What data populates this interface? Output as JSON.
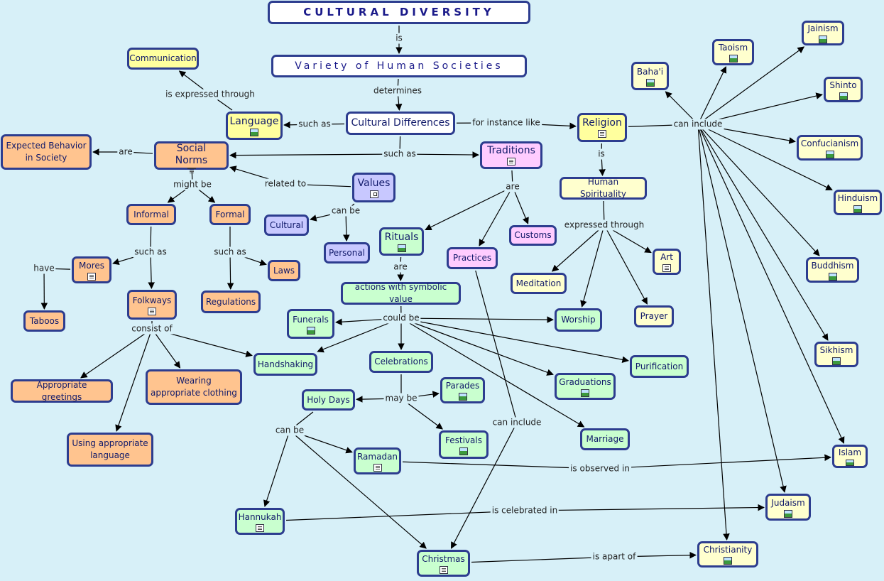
{
  "nodes": {
    "cultural_diversity": {
      "label": "CULTURAL DIVERSITY",
      "color": "#ffffff"
    },
    "variety": {
      "label": "Variety of Human Societies",
      "color": "#ffffff"
    },
    "cultural_differences": {
      "label": "Cultural Differences",
      "color": "#ffffff"
    },
    "communication": {
      "label": "Communication",
      "color": "#ffff9e"
    },
    "language": {
      "label": "Language",
      "color": "#ffff9e",
      "icon": "image-icon"
    },
    "expected_behavior": {
      "label": "Expected Behavior in Society",
      "color": "#ffc48f"
    },
    "social_norms": {
      "label": "Social Norms",
      "color": "#ffc48f",
      "icon": "document-icon"
    },
    "values": {
      "label": "Values",
      "color": "#c8c8ff",
      "icon": "share-icon"
    },
    "traditions": {
      "label": "Traditions",
      "color": "#ffccff",
      "icon": "document-icon"
    },
    "religion": {
      "label": "Religion",
      "color": "#ffff9e",
      "icon": "document-icon"
    },
    "human_spirituality": {
      "label": "Human Spirituality",
      "color": "#ffffce"
    },
    "informal": {
      "label": "Informal",
      "color": "#ffc48f"
    },
    "formal": {
      "label": "Formal",
      "color": "#ffc48f"
    },
    "cultural": {
      "label": "Cultural",
      "color": "#c8c8ff"
    },
    "personal": {
      "label": "Personal",
      "color": "#c8c8ff"
    },
    "rituals": {
      "label": "Rituals",
      "color": "#c9ffcf",
      "icon": "image-icon"
    },
    "practices": {
      "label": "Practices",
      "color": "#ffccff"
    },
    "customs": {
      "label": "Customs",
      "color": "#ffccff"
    },
    "mores": {
      "label": "Mores",
      "color": "#ffc48f",
      "icon": "document-icon"
    },
    "laws": {
      "label": "Laws",
      "color": "#ffc48f"
    },
    "taboos": {
      "label": "Taboos",
      "color": "#ffc48f"
    },
    "folkways": {
      "label": "Folkways",
      "color": "#ffc48f",
      "icon": "document-icon"
    },
    "regulations": {
      "label": "Regulations",
      "color": "#ffc48f"
    },
    "actions": {
      "label": "actions with symbolic value",
      "color": "#c9ffcf"
    },
    "funerals": {
      "label": "Funerals",
      "color": "#c9ffcf",
      "icon": "image-icon"
    },
    "worship": {
      "label": "Worship",
      "color": "#c9ffcf"
    },
    "handshaking": {
      "label": "Handshaking",
      "color": "#c9ffcf"
    },
    "celebrations": {
      "label": "Celebrations",
      "color": "#c9ffcf"
    },
    "purification": {
      "label": "Purification",
      "color": "#c9ffcf"
    },
    "graduations": {
      "label": "Graduations",
      "color": "#c9ffcf",
      "icon": "image-icon"
    },
    "appropriate_greetings": {
      "label": "Appropriate greetings",
      "color": "#ffc48f"
    },
    "wearing_clothing": {
      "label": "Wearing appropriate clothing",
      "color": "#ffc48f"
    },
    "using_language": {
      "label": "Using appropriate language",
      "color": "#ffc48f"
    },
    "holy_days": {
      "label": "Holy Days",
      "color": "#c9ffcf"
    },
    "parades": {
      "label": "Parades",
      "color": "#c9ffcf",
      "icon": "image-icon"
    },
    "festivals": {
      "label": "Festivals",
      "color": "#c9ffcf",
      "icon": "image-icon"
    },
    "marriage": {
      "label": "Marriage",
      "color": "#c9ffcf"
    },
    "ramadan": {
      "label": "Ramadan",
      "color": "#c9ffcf",
      "icon": "document-icon"
    },
    "hannukah": {
      "label": "Hannukah",
      "color": "#c9ffcf",
      "icon": "document-icon"
    },
    "christmas": {
      "label": "Christmas",
      "color": "#c9ffcf",
      "icon": "document-icon"
    },
    "meditation": {
      "label": "Meditation",
      "color": "#ffffce"
    },
    "art": {
      "label": "Art",
      "color": "#ffffce",
      "icon": "document-icon"
    },
    "prayer": {
      "label": "Prayer",
      "color": "#ffffce"
    },
    "bahai": {
      "label": "Baha'i",
      "color": "#ffffce",
      "icon": "image-icon"
    },
    "taoism": {
      "label": "Taoism",
      "color": "#ffffce",
      "icon": "image-icon"
    },
    "jainism": {
      "label": "Jainism",
      "color": "#ffffce",
      "icon": "image-icon"
    },
    "shinto": {
      "label": "Shinto",
      "color": "#ffffce",
      "icon": "image-icon"
    },
    "confucianism": {
      "label": "Confucianism",
      "color": "#ffffce",
      "icon": "image-icon"
    },
    "hinduism": {
      "label": "Hinduism",
      "color": "#ffffce",
      "icon": "image-icon"
    },
    "buddhism": {
      "label": "Buddhism",
      "color": "#ffffce",
      "icon": "image-icon"
    },
    "sikhism": {
      "label": "Sikhism",
      "color": "#ffffce",
      "icon": "image-icon"
    },
    "islam": {
      "label": "Islam",
      "color": "#ffffce",
      "icon": "image-icon"
    },
    "judaism": {
      "label": "Judaism",
      "color": "#ffffce",
      "icon": "image-icon"
    },
    "christianity": {
      "label": "Christianity",
      "color": "#ffffce",
      "icon": "image-icon"
    }
  },
  "links": [
    {
      "text": "is",
      "from": "cultural_diversity",
      "to": [
        "variety"
      ]
    },
    {
      "text": "determines",
      "from": "variety",
      "to": [
        "cultural_differences"
      ]
    },
    {
      "text": "such as",
      "from": "cultural_differences",
      "to": [
        "language"
      ]
    },
    {
      "text": "for instance like",
      "from": "cultural_differences",
      "to": [
        "religion"
      ]
    },
    {
      "text": "such as",
      "from": "cultural_differences",
      "to": [
        "social_norms",
        "traditions"
      ]
    },
    {
      "text": "is expressed through",
      "from": "language",
      "to": [
        "communication"
      ]
    },
    {
      "text": "are",
      "from": "social_norms",
      "to": [
        "expected_behavior"
      ]
    },
    {
      "text": "related to",
      "from": "values",
      "to": [
        "social_norms"
      ]
    },
    {
      "text": "might be",
      "from": "social_norms",
      "to": [
        "informal",
        "formal"
      ]
    },
    {
      "text": "can be",
      "from": "values",
      "to": [
        "cultural",
        "personal"
      ]
    },
    {
      "text": "are",
      "from": "traditions",
      "to": [
        "rituals",
        "practices",
        "customs"
      ]
    },
    {
      "text": "is",
      "from": "religion",
      "to": [
        "human_spirituality"
      ]
    },
    {
      "text": "can include",
      "from": "religion",
      "to": [
        "bahai",
        "taoism",
        "jainism",
        "shinto",
        "confucianism",
        "hinduism",
        "buddhism",
        "sikhism",
        "islam",
        "judaism",
        "christianity"
      ]
    },
    {
      "text": "expressed through",
      "from": "human_spirituality",
      "to": [
        "meditation",
        "worship",
        "prayer",
        "art"
      ]
    },
    {
      "text": "such as",
      "from": "informal",
      "to": [
        "mores",
        "folkways"
      ]
    },
    {
      "text": "such as",
      "from": "formal",
      "to": [
        "laws",
        "regulations"
      ]
    },
    {
      "text": "have",
      "from": "mores",
      "to": [
        "taboos"
      ]
    },
    {
      "text": "consist of",
      "from": "folkways",
      "to": [
        "appropriate_greetings",
        "wearing_clothing",
        "using_language",
        "handshaking"
      ]
    },
    {
      "text": "are",
      "from": "rituals",
      "to": [
        "actions"
      ]
    },
    {
      "text": "could be",
      "from": "actions",
      "to": [
        "funerals",
        "worship",
        "handshaking",
        "celebrations",
        "purification",
        "graduations",
        "marriage"
      ]
    },
    {
      "text": "may be",
      "from": "celebrations",
      "to": [
        "holy_days",
        "parades",
        "festivals"
      ]
    },
    {
      "text": "can be",
      "from": "holy_days",
      "to": [
        "ramadan",
        "hannukah",
        "christmas"
      ]
    },
    {
      "text": "can include",
      "from": "practices",
      "to": [
        "christmas"
      ]
    },
    {
      "text": "is observed in",
      "from": "ramadan",
      "to": [
        "islam"
      ]
    },
    {
      "text": "is celebrated in",
      "from": "hannukah",
      "to": [
        "judaism"
      ]
    },
    {
      "text": "is apart of",
      "from": "christmas",
      "to": [
        "christianity"
      ]
    }
  ]
}
